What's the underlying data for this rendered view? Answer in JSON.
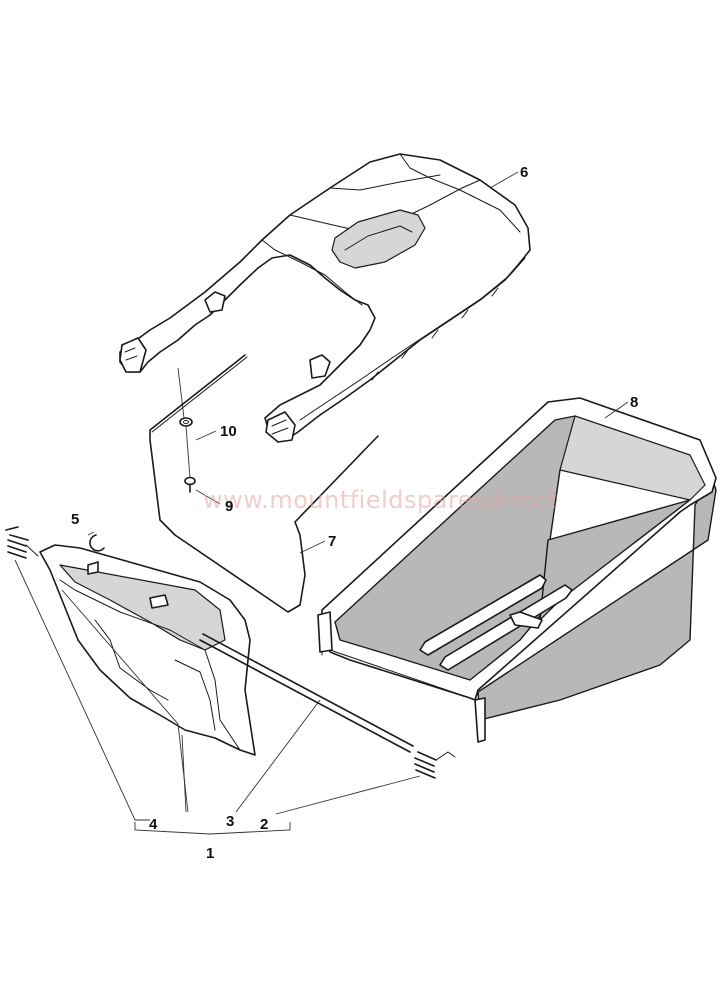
{
  "watermark": "www.mountfieldsparesdirect",
  "callouts": {
    "p1": "1",
    "p2": "2",
    "p3": "3",
    "p4": "4",
    "p5": "5",
    "p6": "6",
    "p7": "7",
    "p8": "8",
    "p9": "9",
    "p10": "10"
  },
  "colors": {
    "line": "#1a1a1a",
    "shade": "#b8b8b8",
    "watermark": "#e9a3a3"
  }
}
